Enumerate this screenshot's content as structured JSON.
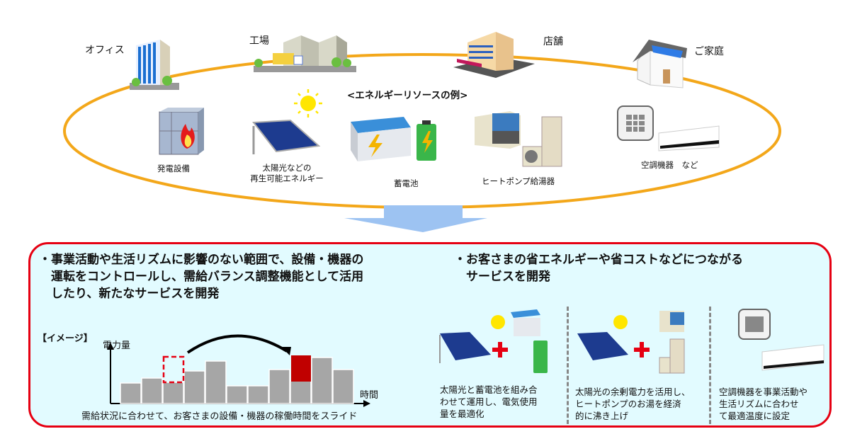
{
  "top": {
    "sites": [
      {
        "label": "オフィス",
        "icon": "office-building"
      },
      {
        "label": "工場",
        "icon": "factory"
      },
      {
        "label": "店舗",
        "icon": "store"
      },
      {
        "label": "ご家庭",
        "icon": "house-with-solar"
      }
    ],
    "resources_title": "<エネルギーリソースの例>",
    "resources": [
      {
        "label": "発電設備",
        "icon": "generator-container"
      },
      {
        "label_line1": "太陽光などの",
        "label_line2": "再生可能エネルギー",
        "icon": "solar-panel"
      },
      {
        "label": "蓄電池",
        "icon": "battery"
      },
      {
        "label": "ヒートポンプ給湯器",
        "icon": "heat-pump"
      },
      {
        "label": "空調機器　など",
        "icon": "air-conditioner"
      }
    ]
  },
  "panel": {
    "left_bullet": [
      "・事業活動や生活リズムに影響のない範囲で、設備・機器の",
      "　運転をコントロールし、需給バランス調整機能として活用",
      "　したり、新たなサービスを開発"
    ],
    "right_bullet": [
      "・お客さまの省エネルギーや省コストなどにつながる",
      "　サービスを開発"
    ],
    "image_tag": "【イメージ】",
    "chart": {
      "y_label": "電力量",
      "x_label": "時間",
      "caption": "需給状況に合わせて、お客さまの設備・機器の稼働時間をスライド"
    },
    "examples": [
      {
        "text": [
          "太陽光と蓄電池を組み合",
          "わせて運用し、電気使用",
          "量を最適化"
        ]
      },
      {
        "text": [
          "太陽光の余剰電力を活用し、",
          "ヒートポンプのお湯を経済",
          "的に沸き上げ"
        ]
      },
      {
        "text": [
          "空調機器を事業活動や",
          "生活リズムに合わせ",
          "て最適温度に設定"
        ]
      }
    ]
  },
  "colors": {
    "ellipse": "#f3a71a",
    "panel_border": "#e60012",
    "panel_bg": "#e2fbff",
    "arrow": "#9dc3f2",
    "bar": "#a6a6a6",
    "highlight_bar": "#c00000"
  }
}
